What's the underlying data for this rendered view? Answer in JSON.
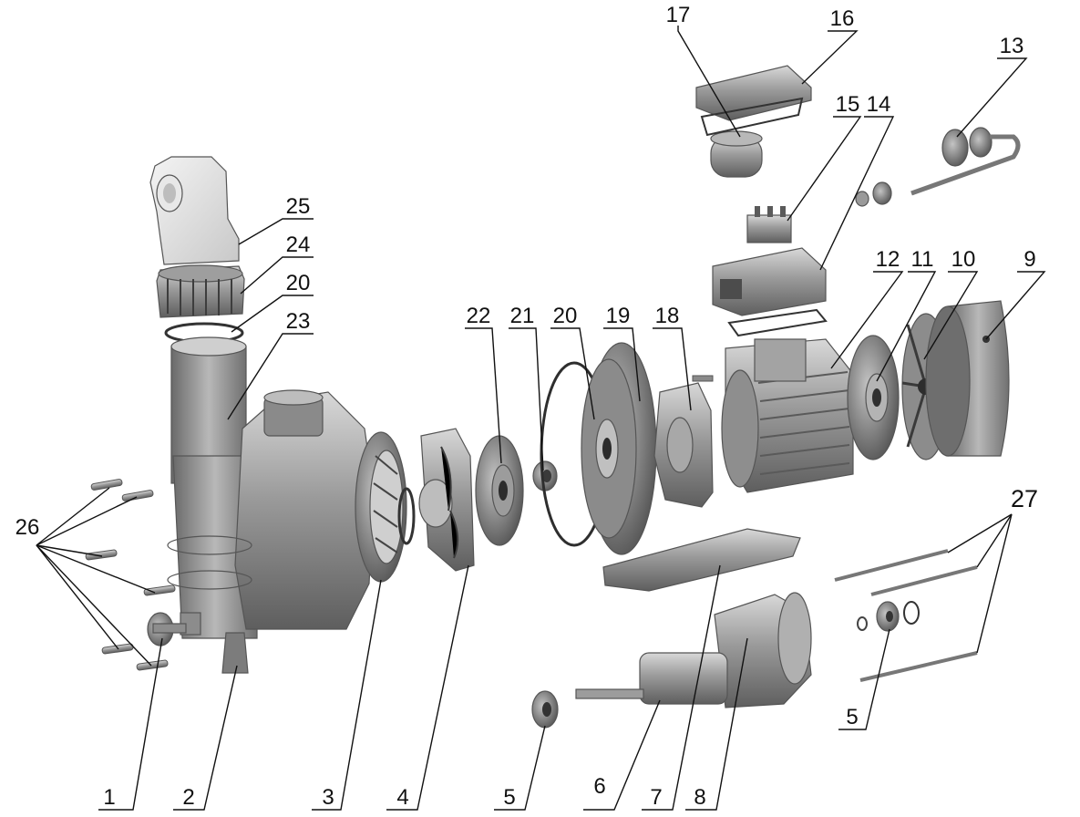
{
  "diagram": {
    "labels": {
      "p1": "1",
      "p2": "2",
      "p3": "3",
      "p4": "4",
      "p5a": "5",
      "p5b": "5",
      "p6": "6",
      "p7": "7",
      "p8": "8",
      "p9": "9",
      "p10": "10",
      "p11": "11",
      "p12": "12",
      "p13": "13",
      "p14": "14",
      "p15": "15",
      "p16": "16",
      "p17": "17",
      "p18": "18",
      "p19": "19",
      "p20a": "20",
      "p20b": "20",
      "p21": "21",
      "p22": "22",
      "p23": "23",
      "p24": "24",
      "p25": "25",
      "p26": "26",
      "p27": "27"
    }
  }
}
